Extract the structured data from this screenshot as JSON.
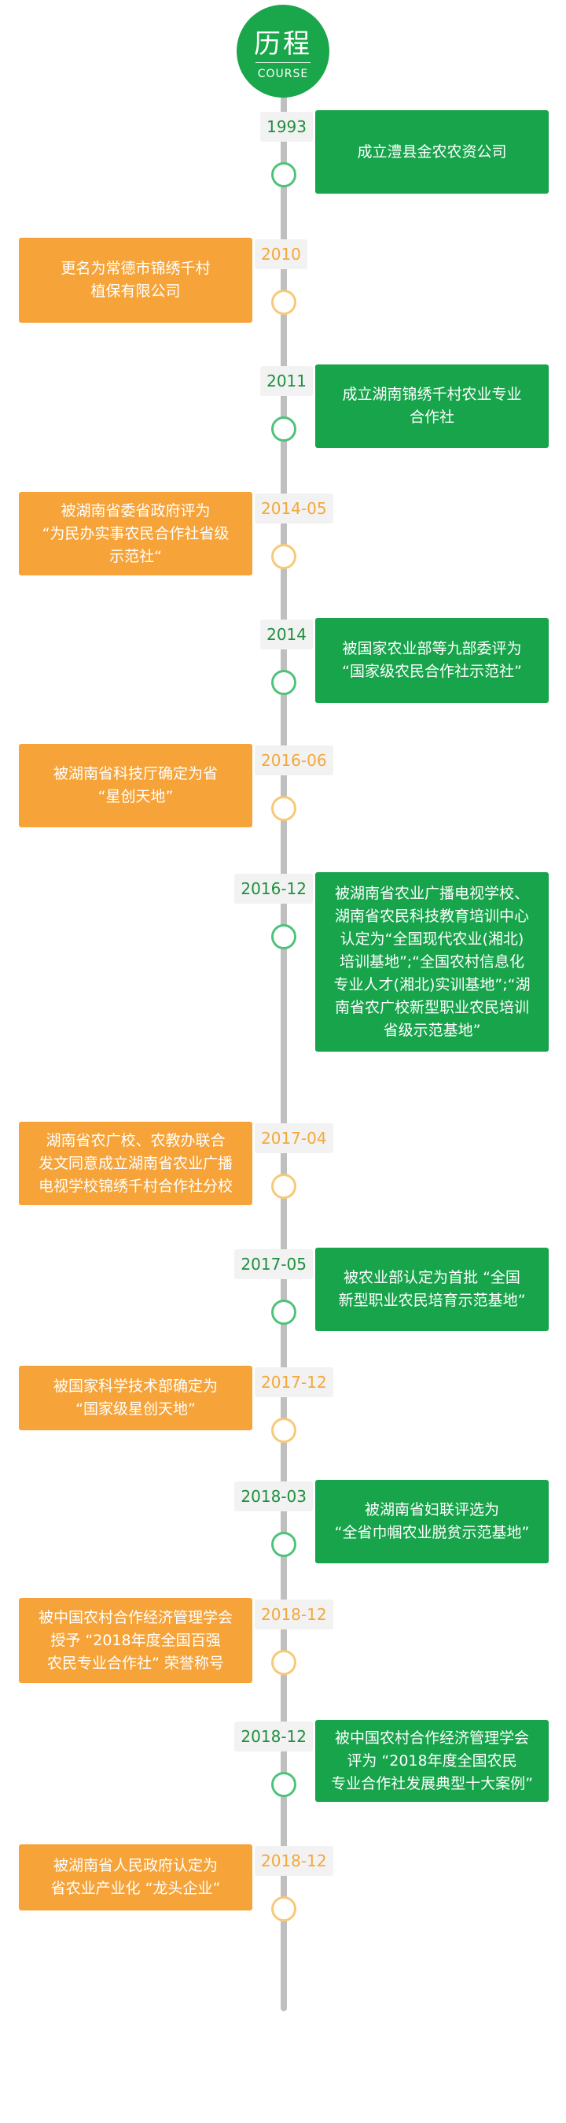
{
  "header": {
    "title": "历程",
    "subtitle": "COURSE"
  },
  "colors": {
    "green": "#17a44b",
    "orange": "#f6a43a",
    "axis": "#bfbfbf"
  },
  "timeline": [
    {
      "date": "1993",
      "text": "成立澧县金农农资公司",
      "side": "right"
    },
    {
      "date": "2010",
      "text": "更名为常德市锦绣千村\n植保有限公司",
      "side": "left"
    },
    {
      "date": "2011",
      "text": "成立湖南锦绣千村农业专业\n合作社",
      "side": "right"
    },
    {
      "date": "2014-05",
      "text": "被湖南省委省政府评为\n“为民办实事农民合作社省级\n示范社“",
      "side": "left"
    },
    {
      "date": "2014",
      "text": "被国家农业部等九部委评为\n“国家级农民合作社示范社”",
      "side": "right"
    },
    {
      "date": "2016-06",
      "text": "被湖南省科技厅确定为省\n“星创天地”",
      "side": "left"
    },
    {
      "date": "2016-12",
      "text": "被湖南省农业广播电视学校、\n湖南省农民科技教育培训中心\n认定为“全国现代农业(湘北)\n培训基地”;“全国农村信息化\n专业人才(湘北)实训基地”;“湖\n南省农广校新型职业农民培训\n省级示范基地”",
      "side": "right"
    },
    {
      "date": "2017-04",
      "text": "湖南省农广校、农教办联合\n发文同意成立湖南省农业广播\n电视学校锦绣千村合作社分校",
      "side": "left"
    },
    {
      "date": "2017-05",
      "text": "被农业部认定为首批 “全国\n新型职业农民培育示范基地”",
      "side": "right"
    },
    {
      "date": "2017-12",
      "text": "被国家科学技术部确定为\n“国家级星创天地”",
      "side": "left"
    },
    {
      "date": "2018-03",
      "text": "被湖南省妇联评选为\n“全省巾帼农业脱贫示范基地”",
      "side": "right"
    },
    {
      "date": "2018-12",
      "text": "被中国农村合作经济管理学会\n授予 “2018年度全国百强\n农民专业合作社” 荣誉称号",
      "side": "left"
    },
    {
      "date": "2018-12",
      "text": "被中国农村合作经济管理学会\n评为 “2018年度全国农民\n专业合作社发展典型十大案例”",
      "side": "right"
    },
    {
      "date": "2018-12",
      "text": "被湖南省人民政府认定为\n省农业产业化 “龙头企业”",
      "side": "left"
    }
  ]
}
